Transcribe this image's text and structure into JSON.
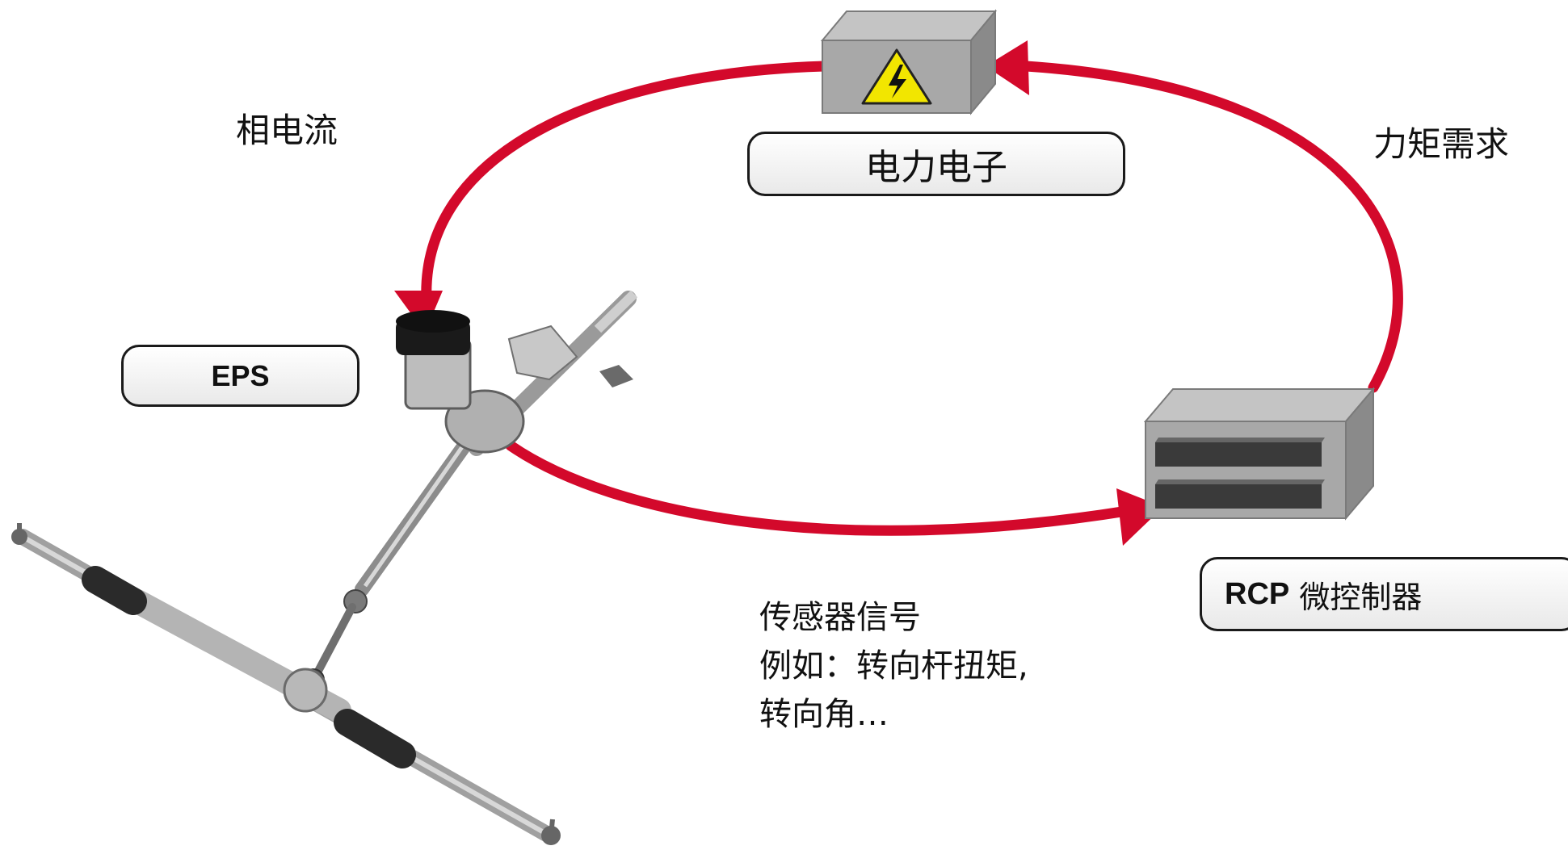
{
  "labels": {
    "phase_current": "相电流",
    "torque_demand": "力矩需求",
    "sensor_line1": "传感器信号",
    "sensor_line2": "例如：转向杆扭矩,",
    "sensor_line3": "转向角…"
  },
  "boxes": {
    "power_electronics": "电力电子",
    "eps": "EPS",
    "rcp_bold": "RCP",
    "rcp_rest": " 微控制器"
  },
  "icons": [
    "high-voltage-icon",
    "power-module",
    "controller-box",
    "steering-system"
  ],
  "colors": {
    "arrow": "#d3092b",
    "box_gray": "#a8a8a8",
    "warning_yellow": "#f2e600"
  }
}
